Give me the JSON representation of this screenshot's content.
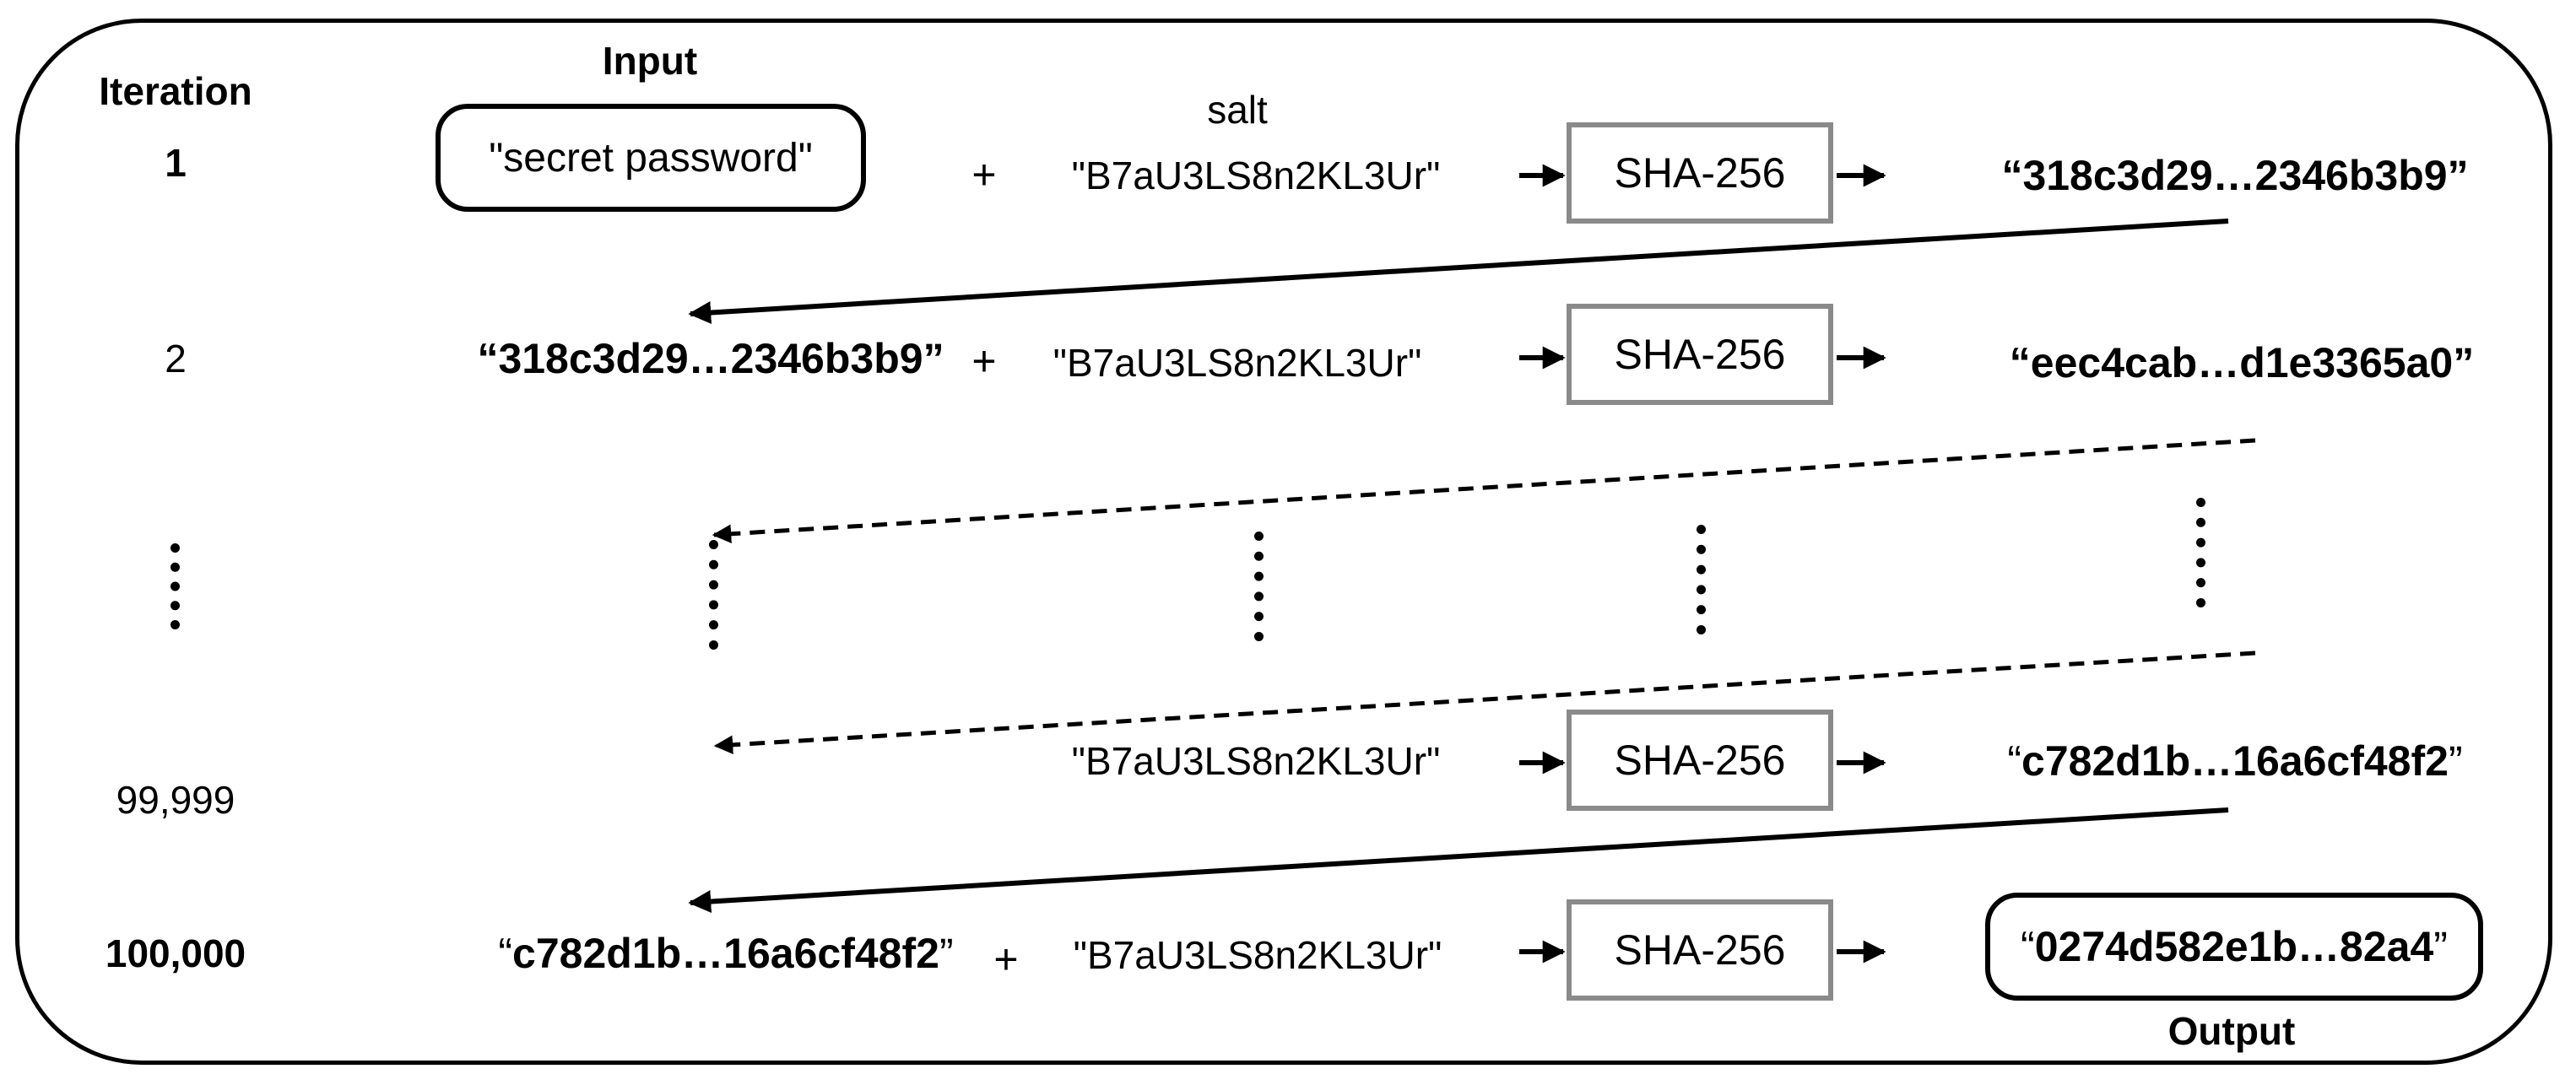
{
  "labels": {
    "iteration_header": "Iteration",
    "input_header": "Input",
    "salt_header": "salt",
    "output_header": "Output"
  },
  "rows": [
    {
      "iteration": "1",
      "input": "\"secret password\"",
      "plus": "+",
      "salt": "\"B7aU3LS8n2KL3Ur\"",
      "hash_fn": "SHA-256",
      "output": "“318c3d29…2346b3b9”"
    },
    {
      "iteration": "2",
      "input": "“318c3d29…2346b3b9”",
      "plus": "+",
      "salt": "\"B7aU3LS8n2KL3Ur\"",
      "hash_fn": "SHA-256",
      "output": "“eec4cab…d1e3365a0”"
    },
    {
      "iteration": "99,999",
      "salt": "\"B7aU3LS8n2KL3Ur\"",
      "hash_fn": "SHA-256",
      "output_open": "“",
      "output_value": "c782d1b…16a6cf48f2",
      "output_close": "”"
    },
    {
      "iteration": "100,000",
      "input_open": "“",
      "input_value": "c782d1b…16a6cf48f2",
      "input_close": "”",
      "plus": "+",
      "salt": "\"B7aU3LS8n2KL3Ur\"",
      "hash_fn": "SHA-256",
      "output_open": "“",
      "output_value": "0274d582e1b…82a4",
      "output_close": "”"
    }
  ]
}
